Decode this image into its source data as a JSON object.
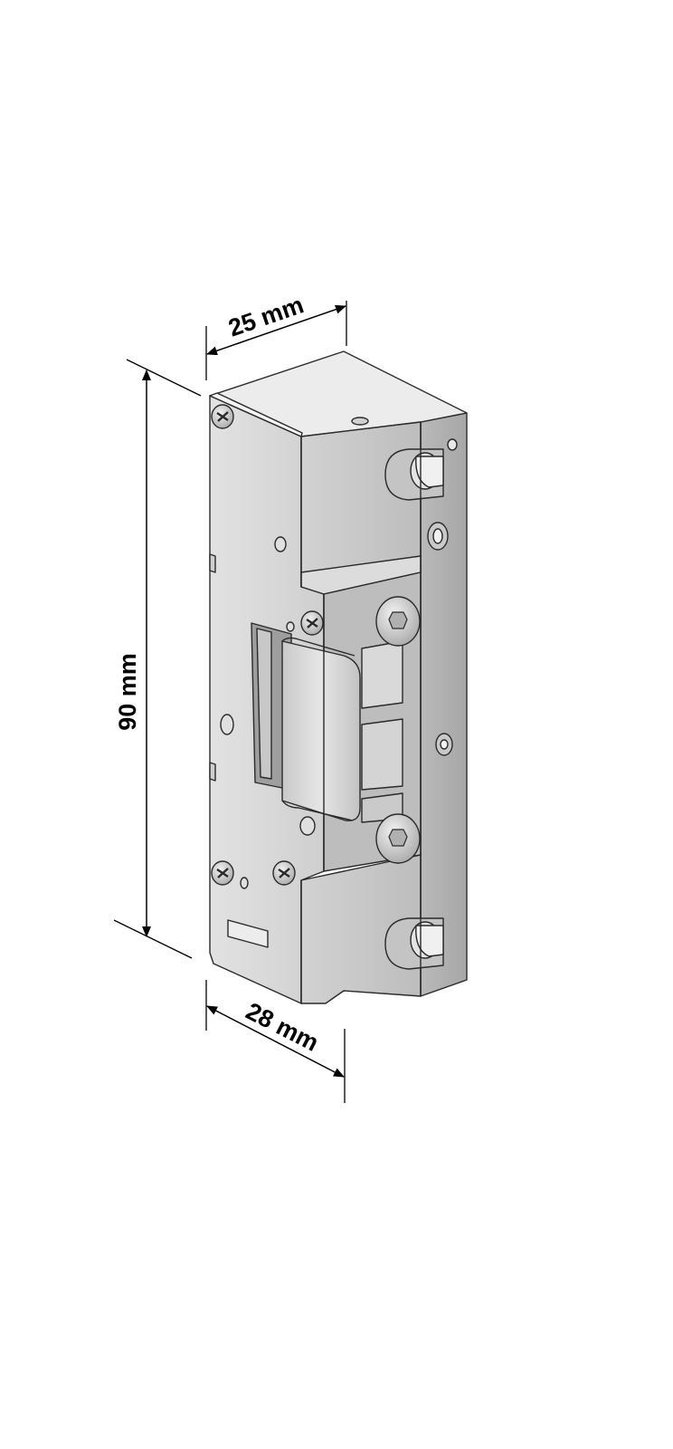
{
  "dimensions": {
    "width_top": "25 mm",
    "height": "90 mm",
    "width_bottom": "28 mm"
  },
  "colors": {
    "front_plate": "#d6d6d6",
    "side_face": "#b3b3b3",
    "top_face": "#ebebeb",
    "body_face": "#c7c7c7",
    "outline": "#2a2a2a",
    "dimension_line": "#000000"
  }
}
